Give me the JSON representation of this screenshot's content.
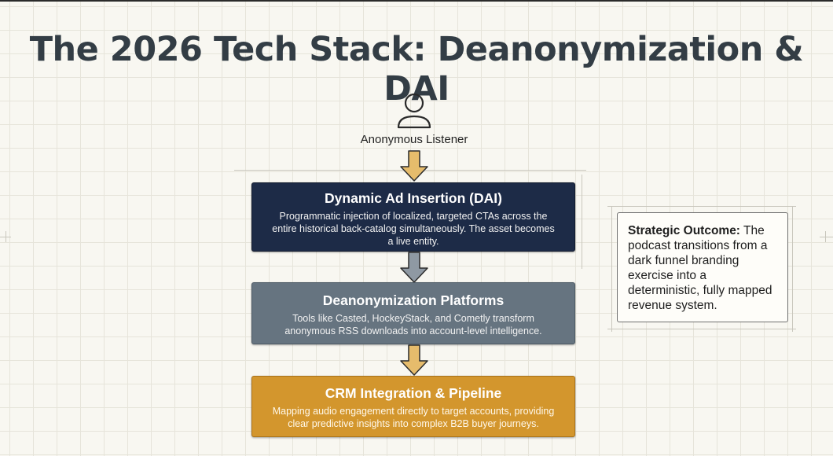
{
  "title": "The 2026 Tech Stack: Deanonymization & DAI",
  "listener": {
    "icon": "person-icon",
    "label": "Anonymous Listener"
  },
  "stages": [
    {
      "title": "Dynamic Ad Insertion (DAI)",
      "description": "Programmatic injection of localized, targeted CTAs across the entire historical back-catalog simultaneously. The asset becomes a live entity.",
      "color": "#1d2b47"
    },
    {
      "title": "Deanonymization Platforms",
      "description": "Tools like Casted, HockeyStack, and Cometly transform anonymous RSS downloads into account-level intelligence.",
      "color": "#667480"
    },
    {
      "title": "CRM Integration & Pipeline",
      "description": "Mapping audio engagement directly to target accounts, providing clear predictive insights into complex B2B buyer journeys.",
      "color": "#d3962d"
    }
  ],
  "arrows": [
    {
      "from": "Anonymous Listener",
      "to": "Dynamic Ad Insertion (DAI)",
      "color": "#e6bc6c"
    },
    {
      "from": "Dynamic Ad Insertion (DAI)",
      "to": "Deanonymization Platforms",
      "color": "#8f99a3"
    },
    {
      "from": "Deanonymization Platforms",
      "to": "CRM Integration & Pipeline",
      "color": "#e6bc6c"
    }
  ],
  "outcome": {
    "label": "Strategic Outcome:",
    "text": " The podcast transitions from a dark funnel branding exercise into a deterministic, fully mapped revenue system."
  }
}
